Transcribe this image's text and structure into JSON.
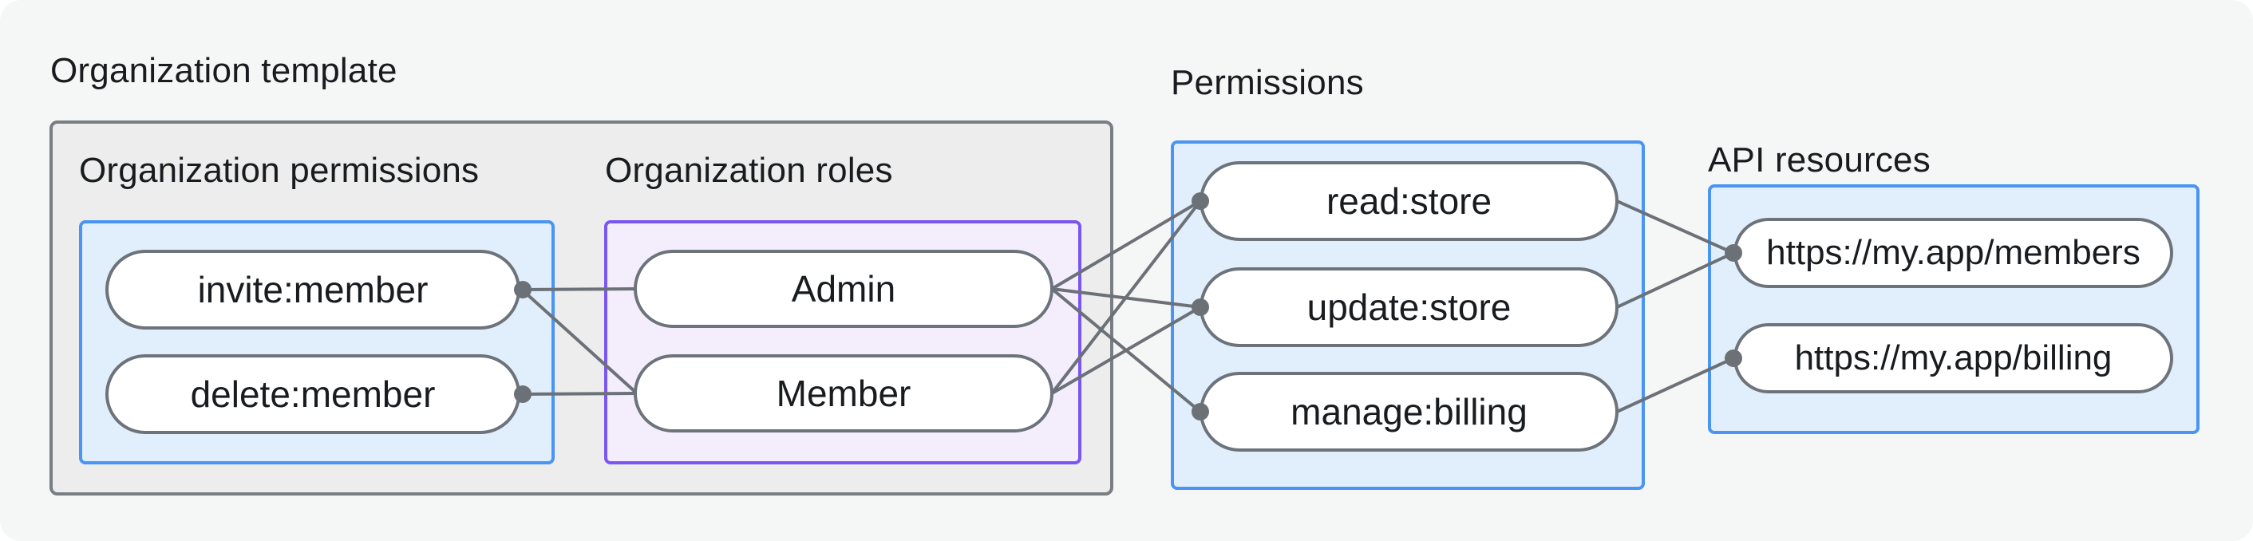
{
  "diagram": {
    "organization_template": {
      "label": "Organization template",
      "organization_permissions": {
        "label": "Organization permissions",
        "nodes": {
          "invite": "invite:member",
          "delete": "delete:member"
        }
      },
      "organization_roles": {
        "label": "Organization roles",
        "nodes": {
          "admin": "Admin",
          "member": "Member"
        }
      }
    },
    "permissions": {
      "label": "Permissions",
      "nodes": {
        "read_store": "read:store",
        "update_store": "update:store",
        "manage_billing": "manage:billing"
      }
    },
    "api_resources": {
      "label": "API resources",
      "nodes": {
        "members": "https://my.app/members",
        "billing": "https://my.app/billing"
      }
    },
    "edges": [
      {
        "from": "invite:member",
        "to": "Admin"
      },
      {
        "from": "invite:member",
        "to": "Member"
      },
      {
        "from": "delete:member",
        "to": "Member"
      },
      {
        "from": "Admin",
        "to": "read:store"
      },
      {
        "from": "Admin",
        "to": "update:store"
      },
      {
        "from": "Admin",
        "to": "manage:billing"
      },
      {
        "from": "Member",
        "to": "read:store"
      },
      {
        "from": "Member",
        "to": "update:store"
      },
      {
        "from": "read:store",
        "to": "https://my.app/members"
      },
      {
        "from": "update:store",
        "to": "https://my.app/members"
      },
      {
        "from": "manage:billing",
        "to": "https://my.app/billing"
      }
    ],
    "colors": {
      "page_background": "#f5f7f6",
      "outer_box_fill": "#ecedec",
      "outer_box_border": "#797e83",
      "blue_box_fill": "#e1eefb",
      "blue_box_border": "#4a94f4",
      "purple_box_fill": "#f3edfc",
      "purple_box_border": "#7a55f2",
      "pill_fill": "#ffffff",
      "pill_border": "#6d737a",
      "connector": "#6b7177",
      "text": "#191c1f"
    }
  }
}
